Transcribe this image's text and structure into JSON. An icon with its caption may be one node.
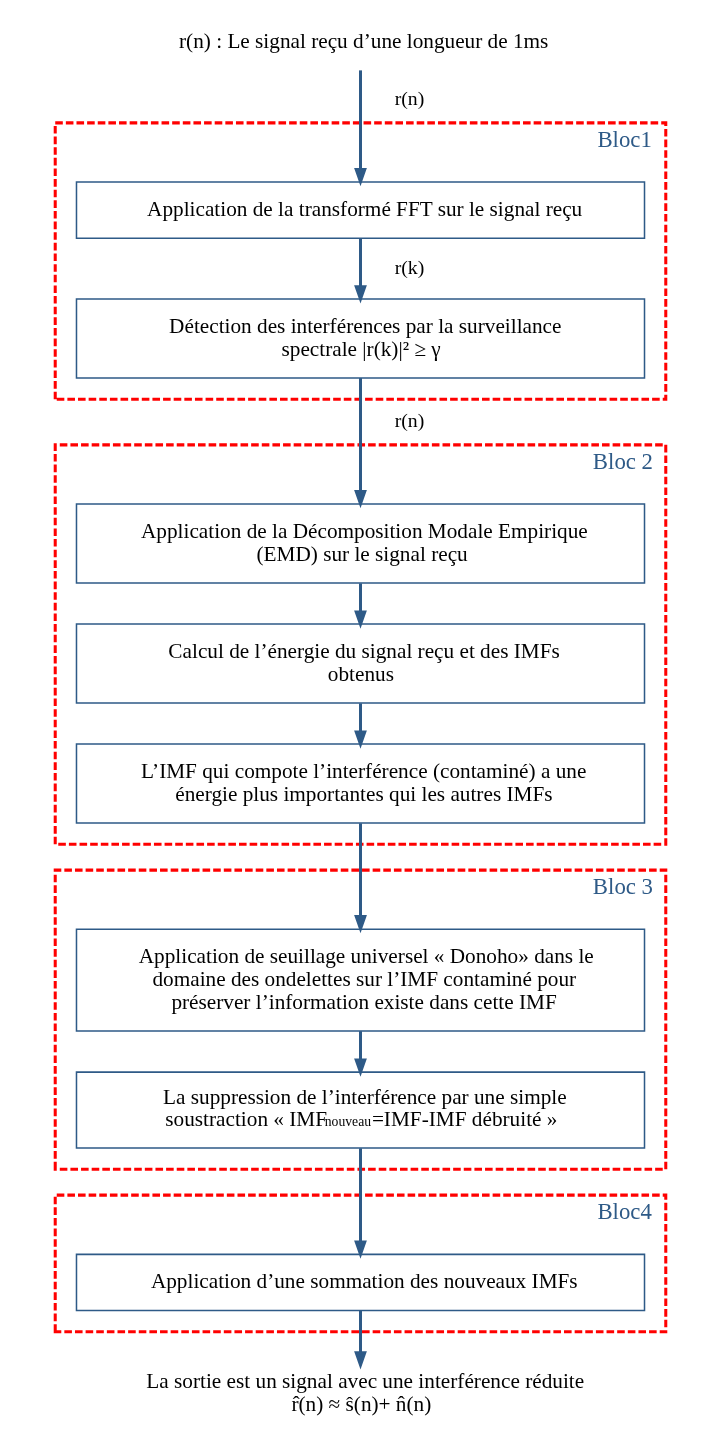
{
  "diagram": {
    "nodes": [
      {
        "text": [
          "r(n) : Le signal reçu d’une longueur de 1ms"
        ]
      },
      {
        "text": [
          "Bloc1"
        ]
      },
      {
        "text": [
          "Application de la transformé FFT sur le signal reçu"
        ],
        "in": 1
      },
      {
        "text": [
          "Détection des interférences par la surveillance spectrale |r(k)|² ≥ γ"
        ],
        "in": 1
      },
      {
        "text": [
          "Bloc 2"
        ]
      },
      {
        "text": [
          "Application de la Décomposition Modale Empirique (EMD) sur le signal reçu"
        ],
        "in": 4
      },
      {
        "text": [
          "Calcul de l’énergie du signal reçu et des IMFs obtenus"
        ],
        "in": 4
      },
      {
        "text": [
          "L’IMF qui compote l’interférence (contaminé) a une énergie plus importantes qui les autres IMFs"
        ],
        "in": 4
      },
      {
        "text": [
          "Bloc 3"
        ]
      },
      {
        "text": [
          "Application de seuillage universel « Donoho» dans le domaine des ondelettes sur l’IMF contaminé pour préserver l’information existe dans cette IMF"
        ],
        "in": 8
      },
      {
        "text": [
          "La suppression de l’interférence par une simple soustraction « IMF$_{nouveau}$=IMF-IMF débruité »"
        ],
        "in": 8
      },
      {
        "text": [
          "Bloc4"
        ]
      },
      {
        "text": [
          "Application d’une sommation des nouveaux IMFs"
        ],
        "in": 11
      },
      {
        "text": [
          "La sortie est un signal avec une interférence réduite r̂(n) ≈ ŝ(n)+ n̂(n)"
        ]
      }
    ],
    "edges": [
      {
        "from": 0,
        "to": 2,
        "arrow": "to",
        "label": "r(n)"
      },
      {
        "from": 2,
        "to": 3,
        "arrow": "to",
        "label": "r(k)"
      },
      {
        "from": 3,
        "to": 5,
        "arrow": "to",
        "label": "r(n)"
      },
      {
        "from": 5,
        "to": 6,
        "arrow": "to"
      },
      {
        "from": 6,
        "to": 7,
        "arrow": "to"
      },
      {
        "from": 7,
        "to": 9,
        "arrow": "to"
      },
      {
        "from": 9,
        "to": 10,
        "arrow": "to"
      },
      {
        "from": 10,
        "to": 12,
        "arrow": "to"
      },
      {
        "from": 12,
        "to": 13,
        "arrow": "to"
      }
    ]
  }
}
